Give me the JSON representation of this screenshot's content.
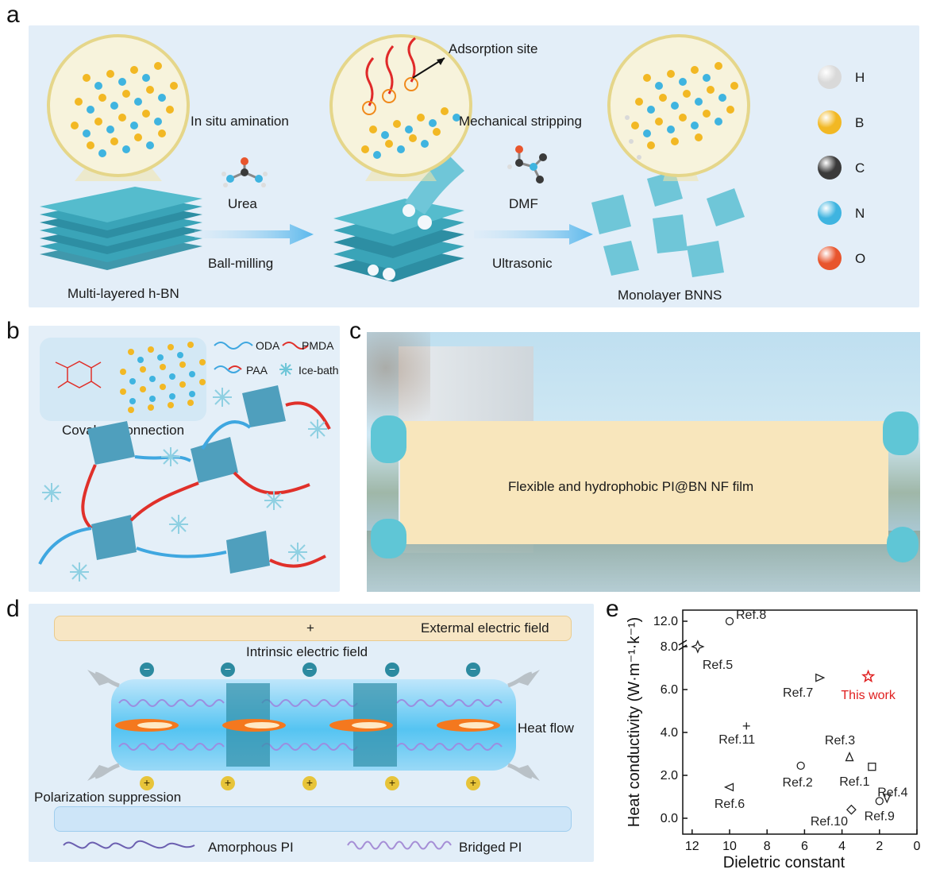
{
  "panel_a": {
    "letter": "a",
    "labels": {
      "multilayer": "Multi-layered h-BN",
      "in_situ": "In situ amination",
      "urea": "Urea",
      "ball_milling": "Ball-milling",
      "adsorption": "Adsorption site",
      "mech_strip": "Mechanical stripping",
      "dmf": "DMF",
      "ultrasonic": "Ultrasonic",
      "monolayer": "Monolayer BNNS"
    },
    "legend": [
      {
        "symbol": "H",
        "color": "#d9d9d9"
      },
      {
        "symbol": "B",
        "color": "#f2b824"
      },
      {
        "symbol": "C",
        "color": "#3a3a3a"
      },
      {
        "symbol": "N",
        "color": "#3fb4e0"
      },
      {
        "symbol": "O",
        "color": "#e8552d"
      }
    ]
  },
  "panel_b": {
    "letter": "b",
    "covalent": "Covalent connection",
    "legend": {
      "oda": "ODA",
      "pmda": "PMDA",
      "paa": "PAA",
      "ice": "Ice-bath"
    }
  },
  "panel_c": {
    "letter": "c",
    "film_label": "Flexible and hydrophobic PI@BN NF film"
  },
  "panel_d": {
    "letter": "d",
    "external_field": "Extermal electric field",
    "plus": "+",
    "intrinsic_field": "Intrinsic electric field",
    "heat_flow": "Heat flow",
    "polarization": "Polarization suppression",
    "amorphous": "Amorphous PI",
    "bridged": "Bridged PI",
    "minus_sign": "−",
    "plus_sign": "+"
  },
  "chart_data": {
    "type": "scatter",
    "panel_letter": "e",
    "xlabel": "Dieletric constant",
    "ylabel": "Heat conductivity (W·m⁻¹·k⁻¹)",
    "xlim": [
      12.5,
      0
    ],
    "x_ticks": [
      "12",
      "10",
      "8",
      "6",
      "4",
      "2",
      "0"
    ],
    "y_ticks": [
      "0.0",
      "2.0",
      "4.0",
      "6.0",
      "8.0",
      "12.0"
    ],
    "axis_break": true,
    "points": [
      {
        "label": "Ref.8",
        "x": 10.0,
        "y": 12.0,
        "marker": "circle",
        "color": "#222222"
      },
      {
        "label": "Ref.5",
        "x": 11.7,
        "y": 8.0,
        "marker": "star4",
        "color": "#222222"
      },
      {
        "label": "Ref.7",
        "x": 5.2,
        "y": 6.55,
        "marker": "triangle-right",
        "color": "#222222"
      },
      {
        "label": "This work",
        "x": 2.6,
        "y": 6.6,
        "marker": "star",
        "color": "#e02020"
      },
      {
        "label": "Ref.11",
        "x": 9.1,
        "y": 4.3,
        "marker": "plus",
        "color": "#222222"
      },
      {
        "label": "Ref.3",
        "x": 3.6,
        "y": 2.85,
        "marker": "triangle-up",
        "color": "#222222"
      },
      {
        "label": "Ref.2",
        "x": 6.2,
        "y": 2.45,
        "marker": "circle",
        "color": "#222222"
      },
      {
        "label": "Ref.1",
        "x": 2.4,
        "y": 2.4,
        "marker": "square",
        "color": "#222222"
      },
      {
        "label": "Ref.6",
        "x": 10.0,
        "y": 1.45,
        "marker": "triangle-left",
        "color": "#222222"
      },
      {
        "label": "Ref.4",
        "x": 1.6,
        "y": 0.95,
        "marker": "triangle-down",
        "color": "#222222"
      },
      {
        "label": "Ref.9",
        "x": 2.0,
        "y": 0.8,
        "marker": "circle",
        "color": "#222222"
      },
      {
        "label": "Ref.10",
        "x": 3.5,
        "y": 0.4,
        "marker": "diamond",
        "color": "#222222"
      }
    ]
  }
}
